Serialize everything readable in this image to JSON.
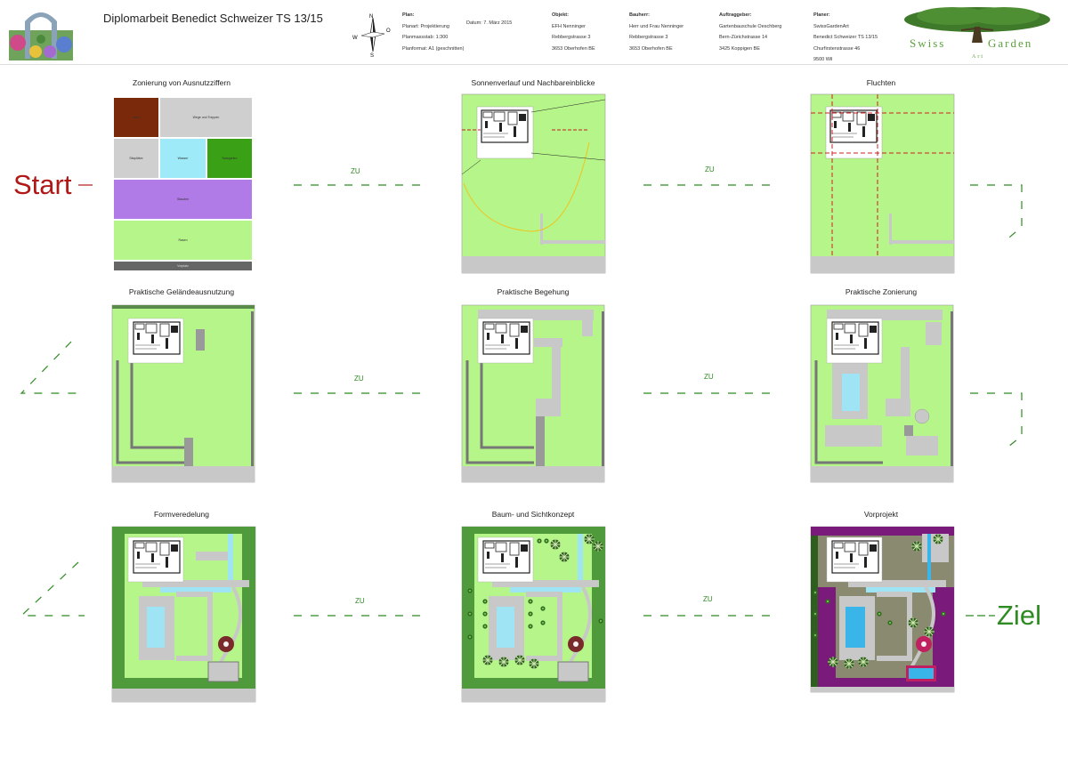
{
  "header": {
    "title": "Diplomarbeit Benedict Schweizer TS 13/15",
    "compass": {
      "n": "N",
      "w": "W",
      "o": "O",
      "s": "S"
    },
    "plan": {
      "heading": "Plan:",
      "l1": "Planart: Projektierung",
      "l2": "Planmassstab: 1:300",
      "l3": "Planformat: A1 (geschnitten)"
    },
    "date": "Datum: 7. März 2015",
    "objekt": {
      "heading": "Objekt:",
      "l1": "EFH Nenninger",
      "l2": "Rebbergstrasse 3",
      "l3": "3653 Oberhofen BE"
    },
    "bauherr": {
      "heading": "Bauherr:",
      "l1": "Herr und Frau Nenninger",
      "l2": "Rebbergstrasse 3",
      "l3": "3653 Oberhofen BE"
    },
    "auftraggeber": {
      "heading": "Auftraggeber:",
      "l1": "Gartenbauschule Oeschberg",
      "l2": "Bern-Zürichstrasse 14",
      "l3": "3425 Koppigen BE"
    },
    "planer": {
      "heading": "Planer:",
      "l1": "SwissGardenArt",
      "l2": "Benedict Schweizer TS 13/15",
      "l3": "Churfirstenstrasse 46",
      "l4": "9500 Wil"
    },
    "logo": {
      "swiss": "Swiss",
      "garden": "Garden",
      "art": "Art"
    }
  },
  "panels": [
    {
      "title": "Zonierung von Ausnutzziffern"
    },
    {
      "title": "Sonnenverlauf und Nachbareinblicke"
    },
    {
      "title": "Fluchten"
    },
    {
      "title": "Praktische Geländeausnutzung"
    },
    {
      "title": "Praktische Begehung"
    },
    {
      "title": "Praktische Zonierung"
    },
    {
      "title": "Formveredelung"
    },
    {
      "title": "Baum- und Sichtkonzept"
    },
    {
      "title": "Vorprojekt"
    }
  ],
  "zones": {
    "haus": "Haus",
    "wege": "Wege und Treppen",
    "sitz": "Sitzplätze",
    "wasser": "Wasser",
    "nutzgarten": "Nutzgarten",
    "stauden": "Stauden",
    "rasen": "Rasen",
    "vorplatz": "Vorplatz"
  },
  "connectors": {
    "zu": "ZU"
  },
  "labels": {
    "start": "Start",
    "ziel": "Ziel"
  },
  "colors": {
    "lawn": "#b6f58a",
    "path": "#c8c8c8",
    "accent_red": "#b01717",
    "accent_green": "#2e8b22",
    "purple": "#7a1a7a",
    "water": "#9ee4f5"
  }
}
